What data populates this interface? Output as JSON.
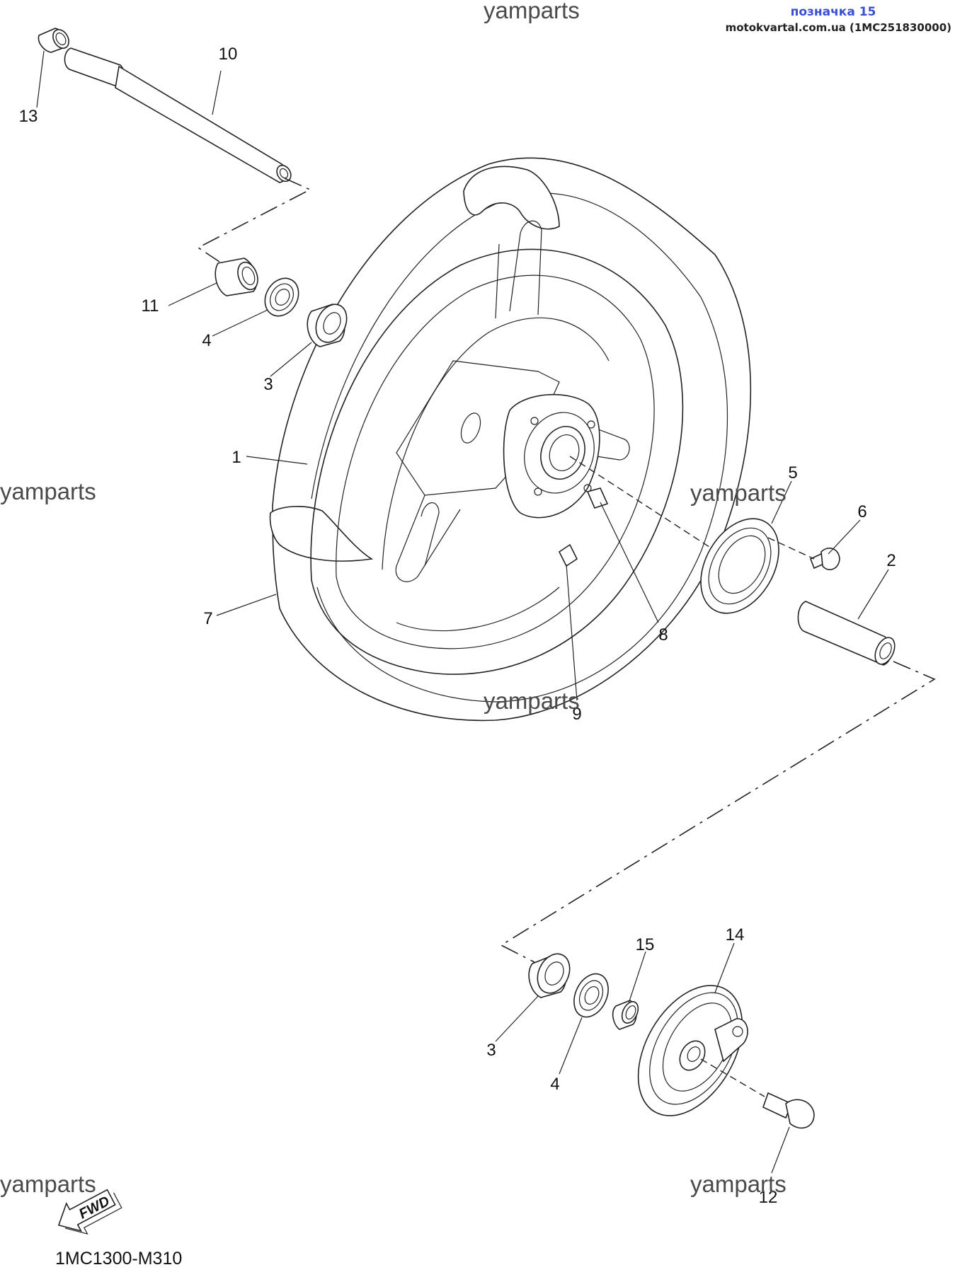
{
  "header": {
    "label": "позначка 15",
    "site": "motokvartal.com.ua (1MC251830000)"
  },
  "watermark": "yamparts",
  "callouts": {
    "c1": "1",
    "c2": "2",
    "c3a": "3",
    "c3b": "3",
    "c4a": "4",
    "c4b": "4",
    "c5": "5",
    "c6": "6",
    "c7": "7",
    "c8": "8",
    "c9": "9",
    "c10": "10",
    "c11": "11",
    "c12": "12",
    "c13": "13",
    "c14": "14",
    "c15": "15"
  },
  "fwd": "FWD",
  "diagram_code": "1MC1300-M310"
}
